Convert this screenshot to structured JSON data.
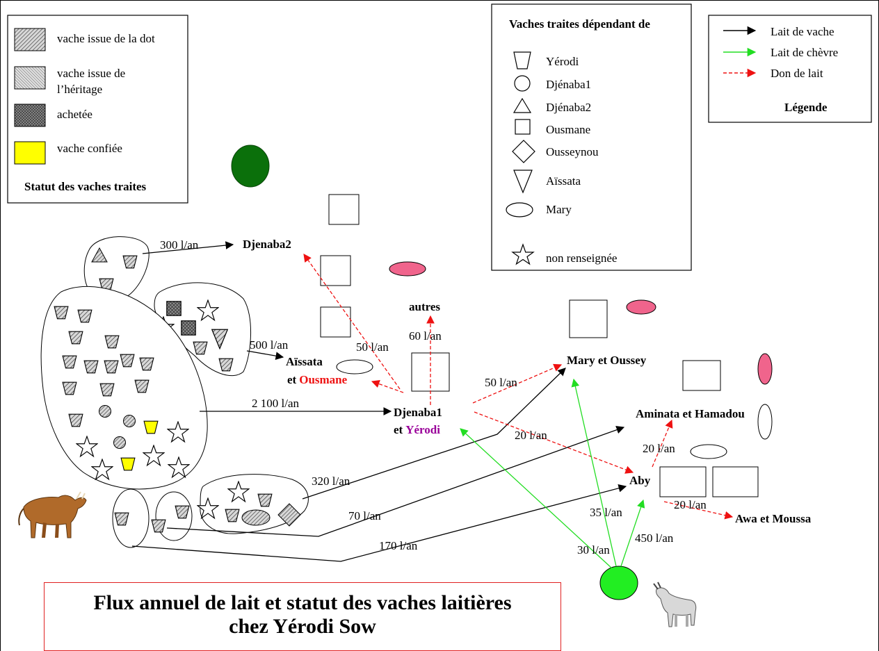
{
  "colors": {
    "hatch": "#6a6a6a",
    "yellow": "#ffff00",
    "pink": "#f0648c",
    "dark_green": "#0b700b",
    "light_green": "#22ee22",
    "black_arrow": "#000000",
    "green_arrow": "#22dd22",
    "red_arrow": "#ee1111",
    "purple": "#990099"
  },
  "status_legend": {
    "title": "Statut des vaches traites",
    "items": [
      {
        "label": "vache issue de la dot",
        "style": "hatch-diagonal"
      },
      {
        "label": "vache issue de",
        "label2": "l’héritage",
        "style": "hatch-fine"
      },
      {
        "label": "achetée",
        "style": "hatch-cross"
      },
      {
        "label": "vache confiée",
        "style": "yellow"
      }
    ]
  },
  "owner_legend": {
    "title": "Vaches traites dépendant de",
    "items": [
      {
        "label": "Yérodi",
        "shape": "trapezoid"
      },
      {
        "label": "Djénaba1",
        "shape": "circle"
      },
      {
        "label": "Djénaba2",
        "shape": "triangle"
      },
      {
        "label": "Ousmane",
        "shape": "square"
      },
      {
        "label": "Ousseynou",
        "shape": "diamond"
      },
      {
        "label": "Aïssata",
        "shape": "inverted-triangle"
      },
      {
        "label": "Mary",
        "shape": "ellipse"
      },
      {
        "label": "non renseignée",
        "shape": "star"
      }
    ]
  },
  "flow_legend": {
    "title": "Légende",
    "items": [
      {
        "label": "Lait de vache",
        "kind": "black"
      },
      {
        "label": "Lait de chèvre",
        "kind": "green"
      },
      {
        "label": "Don de lait",
        "kind": "red"
      }
    ]
  },
  "nodes": {
    "djenaba2": "Djenaba2",
    "aissata": "Aïssata",
    "et": "et",
    "ousmane": "Ousmane",
    "autres": "autres",
    "djenaba1": "Djenaba1",
    "yerodi": "Yérodi",
    "mary_oussey": "Mary et Oussey",
    "aminata": "Aminata et Hamadou",
    "aby": "Aby",
    "awa": "Awa et Moussa"
  },
  "flows": {
    "f300": "300 l/an",
    "f500": "500 l/an",
    "f2100": "2 100 l/an",
    "f320": "320 l/an",
    "f70": "70 l/an",
    "f170": "170 l/an",
    "f50a": "50 l/an",
    "f60": "60 l/an",
    "f50b": "50 l/an",
    "f20a": "20 l/an",
    "f20b": "20 l/an",
    "f20c": "20 l/an",
    "f35": "35 l/an",
    "f30": "30 l/an",
    "f450": "450 l/an"
  },
  "title": {
    "line1": "Flux annuel de lait et statut des vaches laitières",
    "line2": "chez Yérodi Sow"
  }
}
